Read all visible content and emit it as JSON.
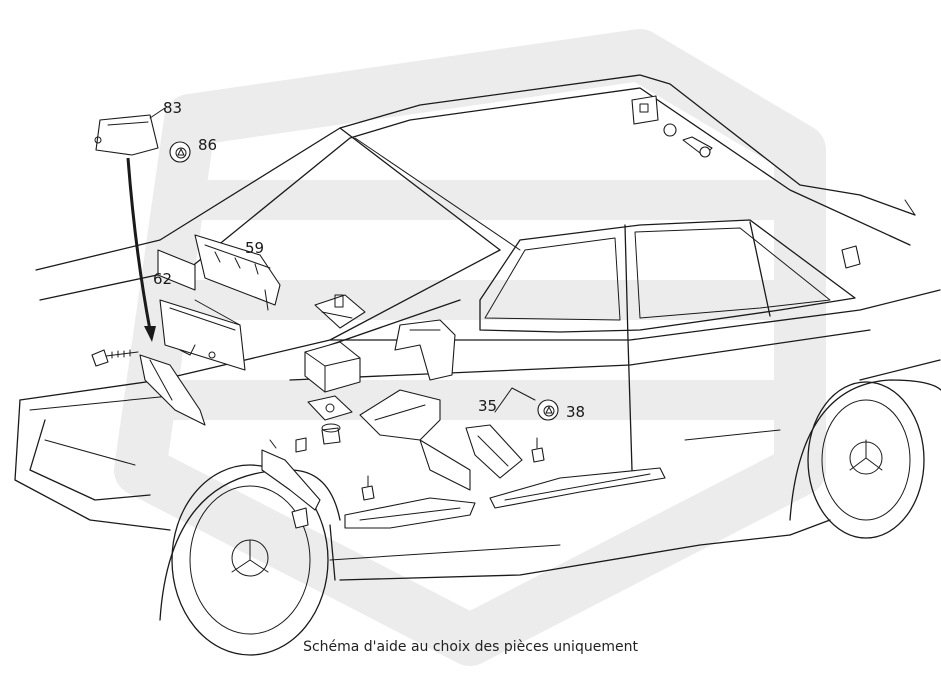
{
  "callouts": {
    "c83": "83",
    "c86": "86",
    "c59": "59",
    "c62": "62",
    "c35": "35",
    "c38": "38"
  },
  "caption": "Schéma d'aide au choix des pièces uniquement",
  "colors": {
    "line": "#1a1a1a",
    "watermark": "#ececec",
    "background": "#ffffff"
  }
}
